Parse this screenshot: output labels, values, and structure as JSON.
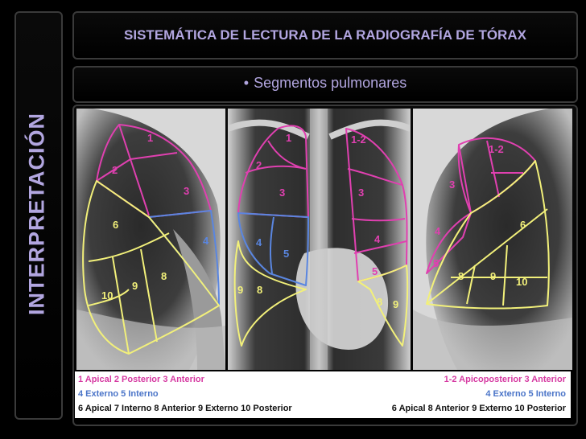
{
  "side_title": "INTERPRETACIÓN",
  "title": "SISTEMÁTICA DE LECTURA DE LA RADIOGRAFÍA DE TÓRAX",
  "subtitle": "Segmentos pulmonares",
  "colors": {
    "pink": "#e040b0",
    "blue": "#5a86e0",
    "yellow": "#f2f07a",
    "label_pink": "#d63aa2",
    "label_blue": "#4a74c8"
  },
  "segment_labels": {
    "left_lateral": [
      "1",
      "2",
      "3",
      "4",
      "6",
      "8",
      "9",
      "10"
    ],
    "frontal_right": [
      "1",
      "2",
      "3",
      "4",
      "5",
      "9",
      "8"
    ],
    "frontal_left": [
      "1-2",
      "3",
      "4",
      "5",
      "8",
      "9"
    ],
    "right_lateral": [
      "1-2",
      "3",
      "4",
      "5",
      "6",
      "8",
      "9",
      "10"
    ]
  },
  "legend": {
    "right_lung": {
      "line1": "1 Apical 2 Posterior 3 Anterior",
      "line2": "4 Externo  5 Interno",
      "line3": "6 Apical 7 Interno 8 Anterior 9 Externo 10 Posterior"
    },
    "left_lung": {
      "line1": "1-2 Apicoposterior 3 Anterior",
      "line2": "4 Externo  5 Interno",
      "line3": "6 Apical 8 Anterior 9 Externo 10 Posterior"
    }
  }
}
